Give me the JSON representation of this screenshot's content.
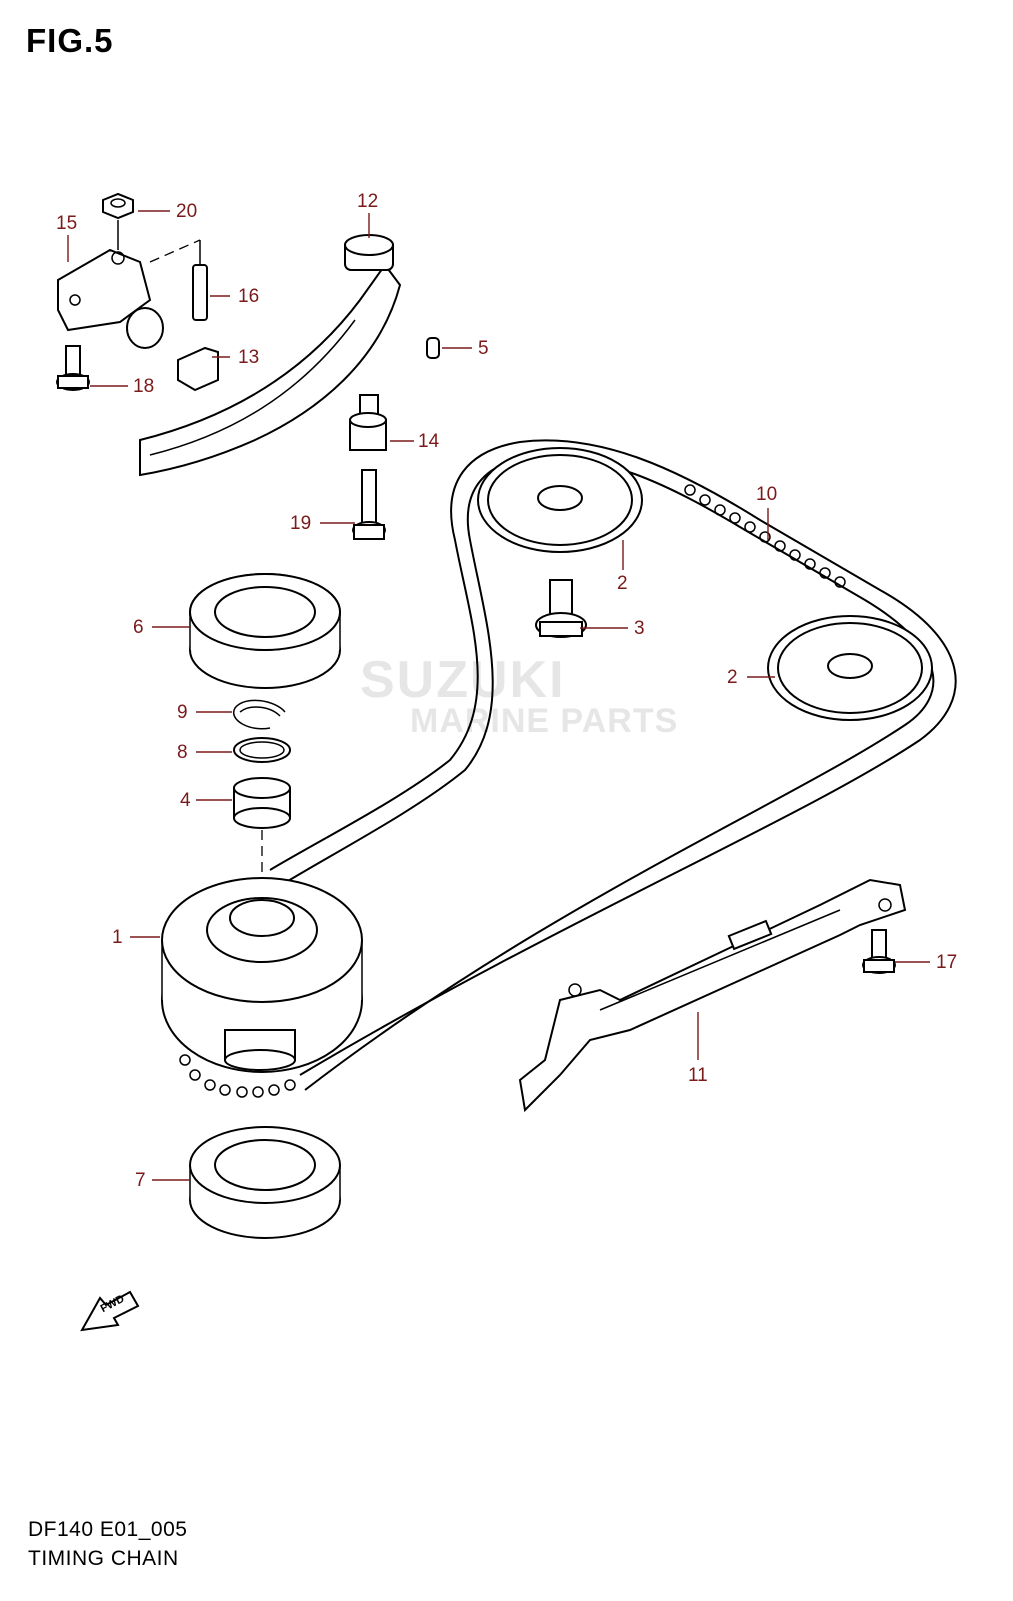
{
  "figure": {
    "title": "FIG.5",
    "model_code": "DF140 E01_005",
    "section_name": "TIMING CHAIN",
    "fwd_label": "FWD"
  },
  "watermark": {
    "line1": "SUZUKI",
    "line2": "MARINE PARTS"
  },
  "callouts": [
    {
      "id": "c1",
      "label": "1",
      "part": "crankshaft gear"
    },
    {
      "id": "c2a",
      "label": "2",
      "part": "camshaft sprocket upper"
    },
    {
      "id": "c2b",
      "label": "2",
      "part": "camshaft sprocket lower"
    },
    {
      "id": "c3",
      "label": "3",
      "part": "sprocket bolt"
    },
    {
      "id": "c4",
      "label": "4",
      "part": "spacer"
    },
    {
      "id": "c5",
      "label": "5",
      "part": "pin"
    },
    {
      "id": "c6",
      "label": "6",
      "part": "bearing"
    },
    {
      "id": "c7",
      "label": "7",
      "part": "bearing"
    },
    {
      "id": "c8",
      "label": "8",
      "part": "o-ring"
    },
    {
      "id": "c9",
      "label": "9",
      "part": "circlip"
    },
    {
      "id": "c10",
      "label": "10",
      "part": "timing chain"
    },
    {
      "id": "c11",
      "label": "11",
      "part": "chain guide"
    },
    {
      "id": "c12",
      "label": "12",
      "part": "tensioner arm"
    },
    {
      "id": "c13",
      "label": "13",
      "part": "tensioner shoe"
    },
    {
      "id": "c14",
      "label": "14",
      "part": "bushing"
    },
    {
      "id": "c15",
      "label": "15",
      "part": "chain tensioner"
    },
    {
      "id": "c16",
      "label": "16",
      "part": "stud"
    },
    {
      "id": "c17",
      "label": "17",
      "part": "bolt"
    },
    {
      "id": "c18",
      "label": "18",
      "part": "bolt"
    },
    {
      "id": "c19",
      "label": "19",
      "part": "bolt"
    },
    {
      "id": "c20",
      "label": "20",
      "part": "nut"
    }
  ],
  "colors": {
    "callout": "#7a1a1a",
    "line": "#000000",
    "watermark": "#e6e6e6"
  }
}
